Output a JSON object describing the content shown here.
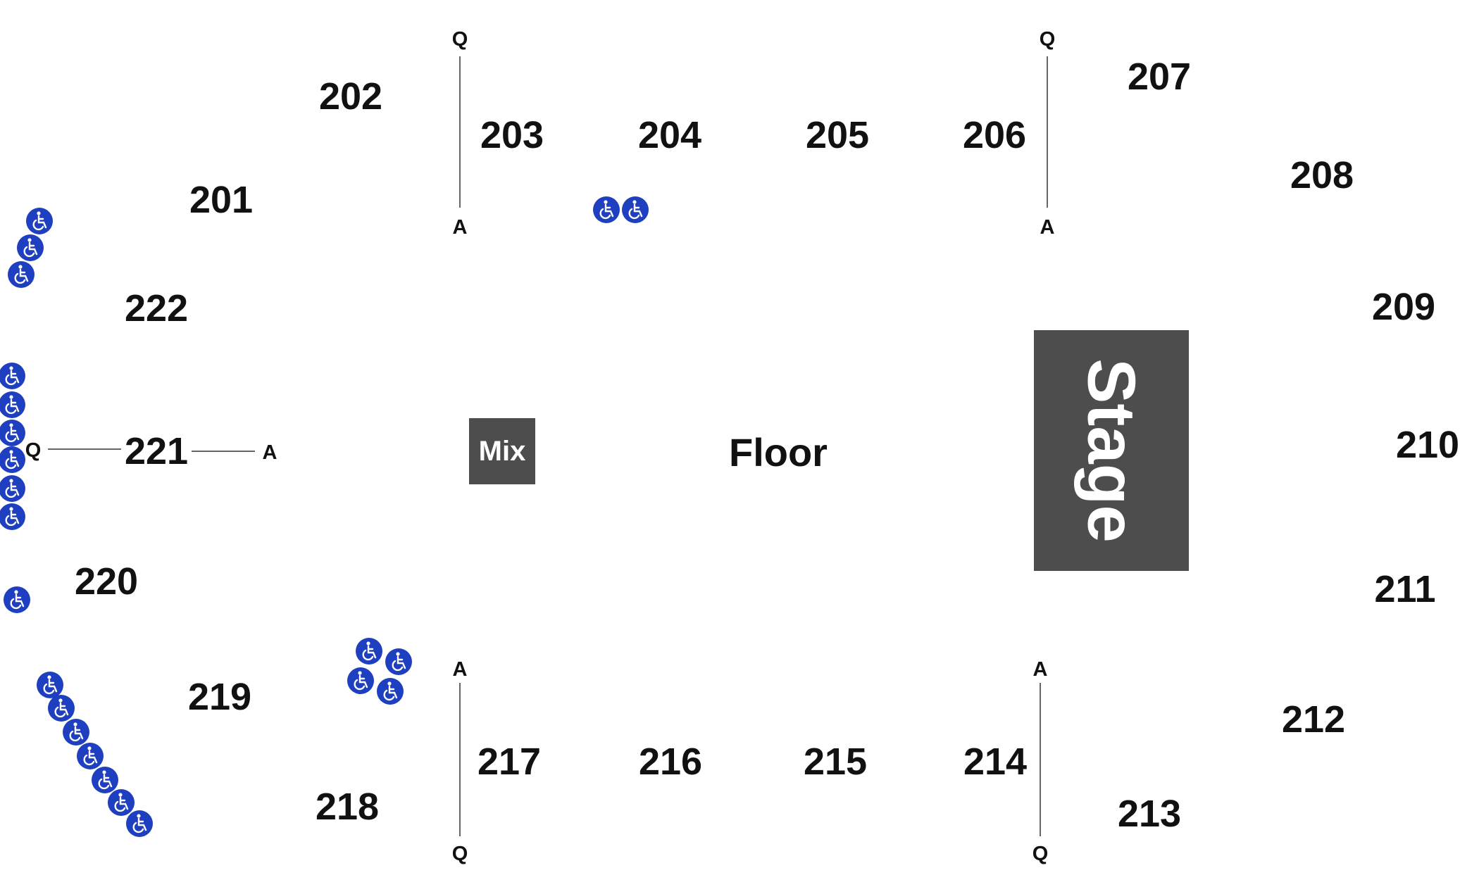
{
  "colors": {
    "block": "#4d4d4d",
    "accessible": "#1e3fbf",
    "text": "#111111",
    "background": "#ffffff"
  },
  "icons": {
    "accessible_seating": "wheelchair-icon"
  },
  "floor": {
    "label": "Floor"
  },
  "mix": {
    "label": "Mix"
  },
  "stage": {
    "label": "Stage"
  },
  "sections": {
    "s201": "201",
    "s202": "202",
    "s203": "203",
    "s204": "204",
    "s205": "205",
    "s206": "206",
    "s207": "207",
    "s208": "208",
    "s209": "209",
    "s210": "210",
    "s211": "211",
    "s212": "212",
    "s213": "213",
    "s214": "214",
    "s215": "215",
    "s216": "216",
    "s217": "217",
    "s218": "218",
    "s219": "219",
    "s220": "220",
    "s221": "221",
    "s222": "222"
  },
  "row_markers": {
    "first": "A",
    "last": "Q"
  }
}
